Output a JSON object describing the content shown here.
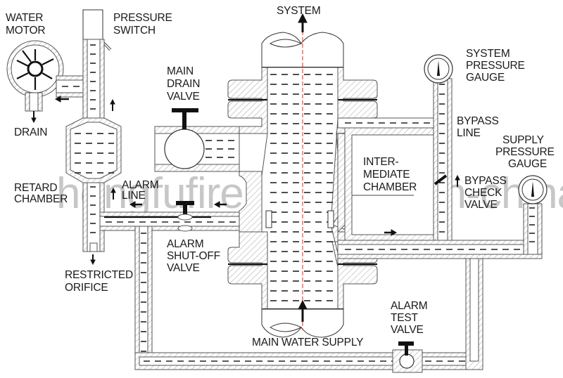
{
  "title": "Alarm check valve system schematic",
  "labels": {
    "system": "SYSTEM",
    "water_motor": [
      "WATER",
      "MOTOR"
    ],
    "pressure_switch": [
      "PRESSURE",
      "SWITCH"
    ],
    "drain": "DRAIN",
    "main_drain_valve": [
      "MAIN",
      "DRAIN",
      "VALVE"
    ],
    "retard_chamber": [
      "RETARD",
      "CHAMBER"
    ],
    "alarm_line": [
      "ALARM",
      "LINE"
    ],
    "restricted_orifice": [
      "RESTRICTED",
      "ORIFICE"
    ],
    "alarm_shutoff_valve": [
      "ALARM",
      "SHUT-OFF",
      "VALVE"
    ],
    "main_water_supply": "MAIN WATER SUPPLY",
    "alarm_test_valve": [
      "ALARM",
      "TEST",
      "VALVE"
    ],
    "intermediate_chamber": [
      "INTER-",
      "MEDIATE",
      "CHAMBER"
    ],
    "system_pressure_gauge": [
      "SYSTEM",
      "PRESSURE",
      "GAUGE"
    ],
    "bypass_line": [
      "BYPASS",
      "LINE"
    ],
    "supply_pressure_gauge": [
      "SUPPLY",
      "PRESSURE",
      "GAUGE"
    ],
    "bypass_check_valve": [
      "BYPASS",
      "CHECK",
      "VALVE"
    ]
  },
  "watermark": "hengfufire.en.made-in-china.com",
  "colors": {
    "line": "#444444",
    "hatch": "#9a9a9a",
    "centerline": "#c0392b",
    "text": "#1a1a1a"
  }
}
